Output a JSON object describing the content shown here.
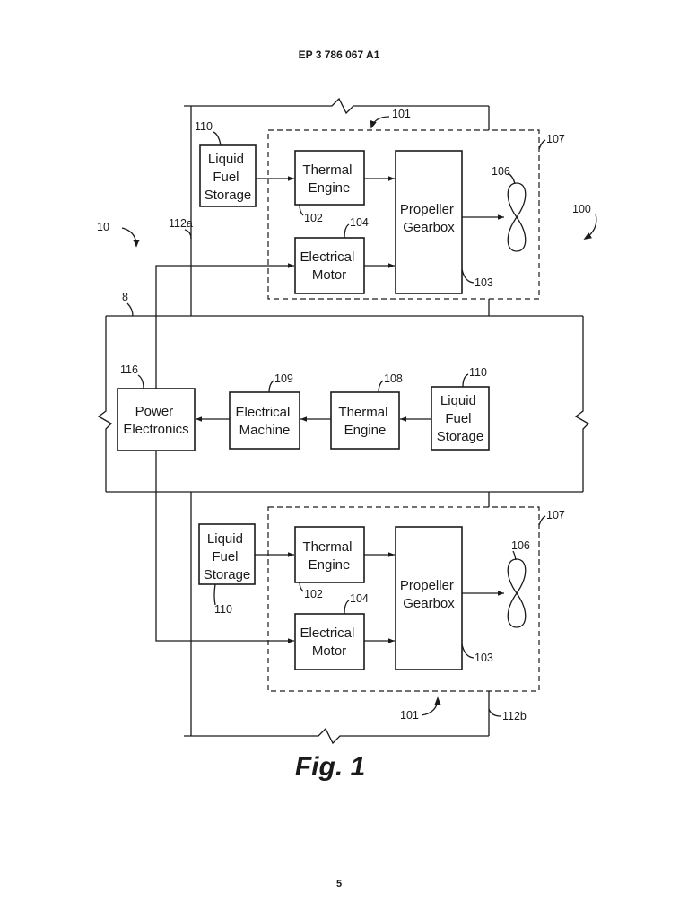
{
  "header": {
    "publication_number": "EP 3 786 067 A1"
  },
  "figure": {
    "caption": "Fig. 1"
  },
  "page_number": "5",
  "upper_unit": {
    "fuel_storage": [
      "Liquid",
      "Fuel",
      "Storage"
    ],
    "thermal_engine": [
      "Thermal",
      "Engine"
    ],
    "electrical_motor": [
      "Electrical",
      "Motor"
    ],
    "propeller_gearbox": [
      "Propeller",
      "Gearbox"
    ]
  },
  "center_unit": {
    "power_electronics": [
      "Power",
      "Electronics"
    ],
    "electrical_machine": [
      "Electrical",
      "Machine"
    ],
    "thermal_engine": [
      "Thermal",
      "Engine"
    ],
    "fuel_storage": [
      "Liquid",
      "Fuel",
      "Storage"
    ]
  },
  "lower_unit": {
    "fuel_storage": [
      "Liquid",
      "Fuel",
      "Storage"
    ],
    "thermal_engine": [
      "Thermal",
      "Engine"
    ],
    "electrical_motor": [
      "Electrical",
      "Motor"
    ],
    "propeller_gearbox": [
      "Propeller",
      "Gearbox"
    ]
  },
  "reference_numerals": {
    "system": "10",
    "aircraft": "100",
    "fuselage": "8",
    "wing_upper": "112a",
    "wing_lower": "112b",
    "propulsor_upper": "101",
    "propulsor_lower": "101",
    "nacelle_upper": "107",
    "nacelle_lower": "107",
    "fuel_upper": "110",
    "fuel_center": "110",
    "fuel_lower": "110",
    "thermal_upper": "102",
    "thermal_lower": "102",
    "motor_upper": "104",
    "motor_lower": "104",
    "gearbox_upper": "103",
    "gearbox_lower": "103",
    "propeller_upper": "106",
    "propeller_lower": "106",
    "power_electronics": "116",
    "electrical_machine": "109",
    "thermal_center": "108"
  }
}
